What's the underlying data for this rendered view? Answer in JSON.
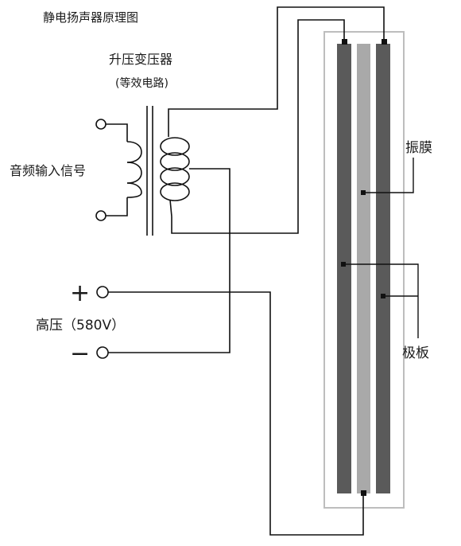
{
  "title": "静电扬声器原理图",
  "transformer": {
    "label": "升压变压器",
    "sublabel": "(等效电路)"
  },
  "input": {
    "label": "音频输入信号"
  },
  "high_voltage": {
    "plus_symbol": "+",
    "minus_symbol": "−",
    "label": "高压（580V）"
  },
  "panel": {
    "diaphragm_label": "振膜",
    "plate_label": "极板"
  },
  "colors": {
    "plate": "#5a5a5a",
    "diaphragm": "#a9a9a9",
    "frame": "#bdbdbd",
    "wire": "#111111"
  }
}
